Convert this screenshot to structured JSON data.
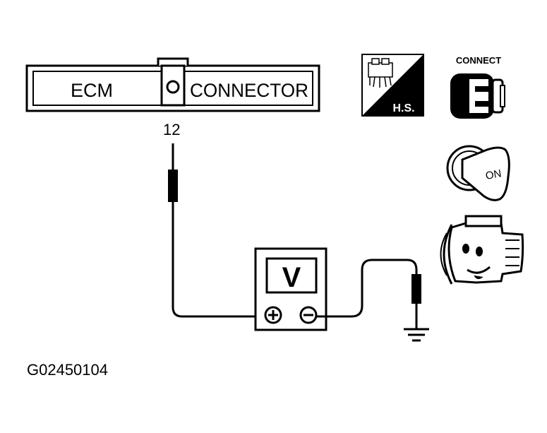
{
  "connector": {
    "left_label": "ECM",
    "right_label": "CONNECTOR",
    "terminal": "12"
  },
  "meter": {
    "symbol": "V",
    "plus": "⊕",
    "minus": "⊖"
  },
  "icons": {
    "harness_sensor": {
      "name": "harness-sensor-icon",
      "label": "H.S."
    },
    "connect": {
      "name": "connect-icon",
      "label": "CONNECT"
    },
    "ignition": {
      "name": "ignition-key-icon",
      "label": "ON"
    },
    "engine": {
      "name": "engine-running-icon"
    }
  },
  "figure_id": "G02450104"
}
